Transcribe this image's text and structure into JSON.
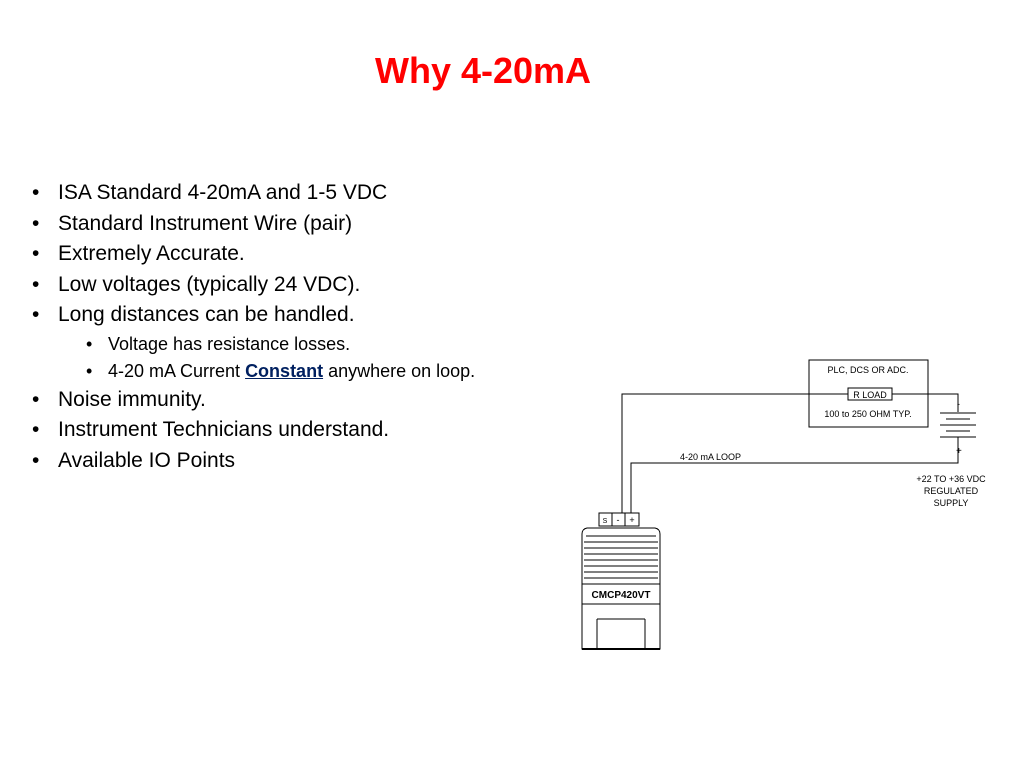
{
  "slide": {
    "title": "Why 4-20mA",
    "title_color": "#ff0000",
    "link_color": "#002060"
  },
  "bullets": [
    "ISA Standard 4-20mA and 1-5 VDC",
    "Standard Instrument Wire (pair)",
    "Extremely Accurate.",
    "Low voltages (typically 24 VDC).",
    "Long distances can be handled."
  ],
  "sub_bullets": {
    "item1": "Voltage has resistance losses.",
    "item2_prefix": "4-20 mA Current ",
    "item2_emphasis": "Constant",
    "item2_suffix": " anywhere on loop."
  },
  "bullets_after": [
    "Noise immunity.",
    "Instrument Technicians understand.",
    "Available IO Points"
  ],
  "bullet_glyph": "•",
  "diagram": {
    "controller_label": "PLC, DCS OR ADC.",
    "load_label": "R LOAD",
    "load_range": "100 to 250 OHM TYP.",
    "loop_label": "4-20 mA LOOP",
    "supply_minus": "-",
    "supply_plus": "+",
    "supply_line1": "+22 TO +36 VDC",
    "supply_line2": "REGULATED",
    "supply_line3": "SUPPLY",
    "terminal_s": "S",
    "terminal_minus": "-",
    "terminal_plus": "+",
    "device_model": "CMCP420VT"
  }
}
